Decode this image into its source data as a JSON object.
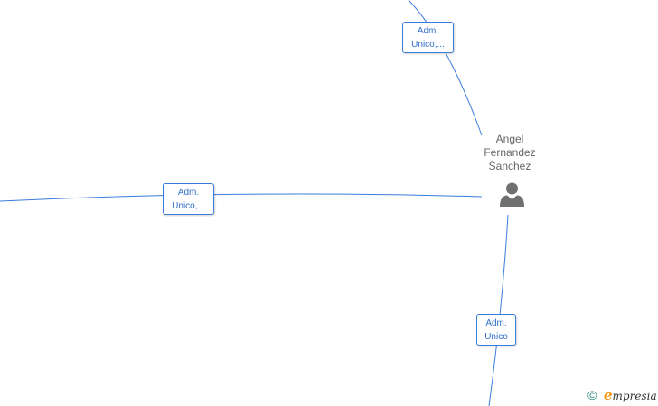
{
  "person": {
    "name_line1": "Angel",
    "name_line2": "Fernandez",
    "name_line3": "Sanchez",
    "icon": "person-icon"
  },
  "edges": [
    {
      "id": "top",
      "label_line1": "Adm.",
      "label_line2": "Unico,..."
    },
    {
      "id": "left",
      "label_line1": "Adm.",
      "label_line2": "Unico,..."
    },
    {
      "id": "bottom",
      "label_line1": "Adm.",
      "label_line2": "Unico"
    }
  ],
  "footer": {
    "copyright_symbol": "©",
    "brand_initial": "e",
    "brand_rest": "mpresia"
  },
  "colors": {
    "edge": "#3b7ddd",
    "label_text": "#2f6fc9",
    "person_name": "#666666",
    "person_icon": "#6f6f6f",
    "brand_accent": "#f29400",
    "copyright": "#2a8a7c"
  }
}
